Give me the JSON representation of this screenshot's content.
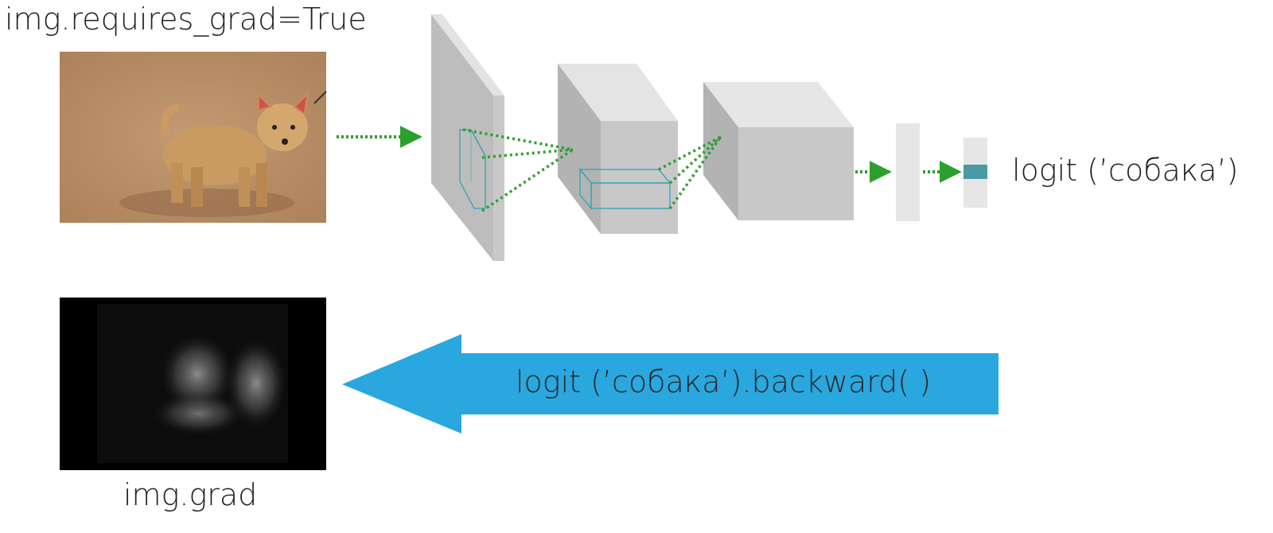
{
  "input": {
    "caption": "img.requires_grad=True",
    "image_icon": "dog-photo-image"
  },
  "output": {
    "caption": "img.grad",
    "image_icon": "gradient-saliency-image"
  },
  "network": {
    "layers": [
      {
        "kind": "conv-slab"
      },
      {
        "kind": "conv-volume"
      },
      {
        "kind": "conv-volume"
      },
      {
        "kind": "fc-vector"
      },
      {
        "kind": "logits-vector"
      }
    ],
    "logit_label": "logit (’собака’)"
  },
  "backward": {
    "label": "logit (’собака’).backward( )"
  },
  "colors": {
    "forward_arrow": "#2ca02c",
    "backward_arrow": "#2aa7df",
    "highlight": "#4a9aa5",
    "receptive_field": "#41a7b5",
    "layer_face": "#c8c8c8",
    "layer_side": "#b5b5b5",
    "layer_top": "#e6e6e6"
  }
}
